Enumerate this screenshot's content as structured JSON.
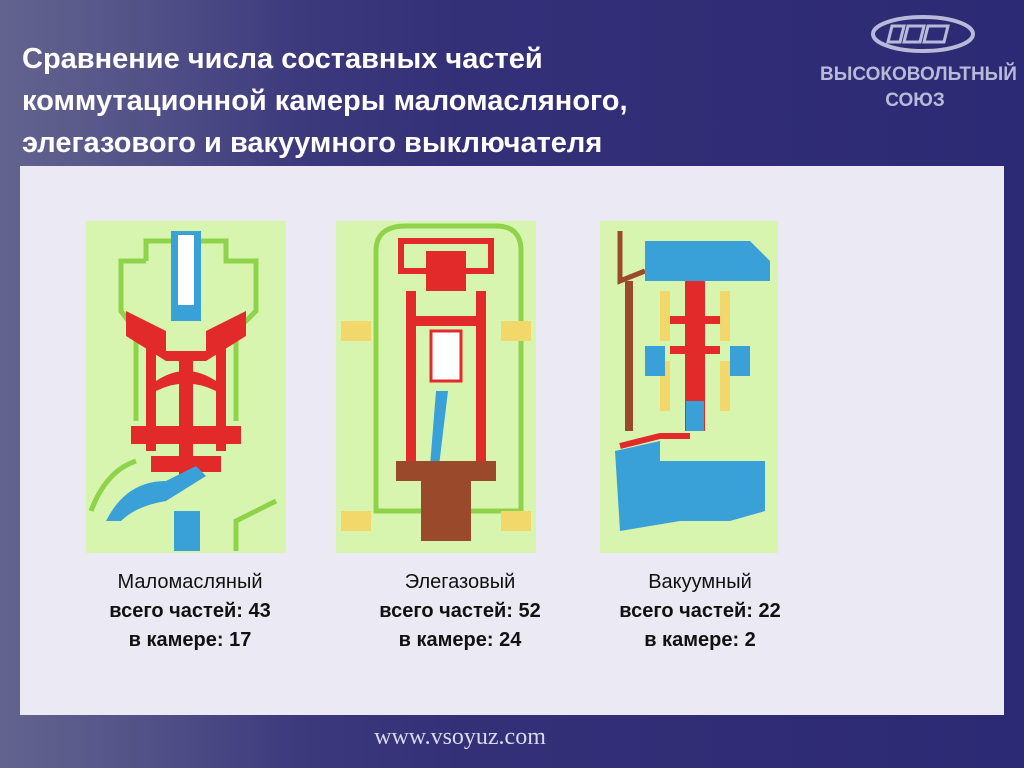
{
  "title": "Сравнение числа составных частей коммутационной камеры маломасляного, элегазового и вакуумного выключателя",
  "logo": {
    "caption_line1": "ВЫСОКОВОЛЬТНЫЙ",
    "caption_line2": "СОЮЗ"
  },
  "breakers": [
    {
      "name": "Маломасляный",
      "total": "всего частей: 43",
      "chamber": "в камере: 17"
    },
    {
      "name": "Элегазовый",
      "total": "всего частей: 52",
      "chamber": "в камере: 24"
    },
    {
      "name": "Вакуумный",
      "total": "всего частей: 22",
      "chamber": "в камере: 2"
    }
  ],
  "footer": "www.vsoyuz.com",
  "colors": {
    "background": "#343078",
    "panel": "#ebe9f3",
    "drawing_bg": "#d8f5b0",
    "red": "#e22a2a",
    "green": "#8fd34a",
    "blue": "#3aa0d8",
    "brown": "#9a4a2a",
    "yellow": "#f2d76a"
  }
}
